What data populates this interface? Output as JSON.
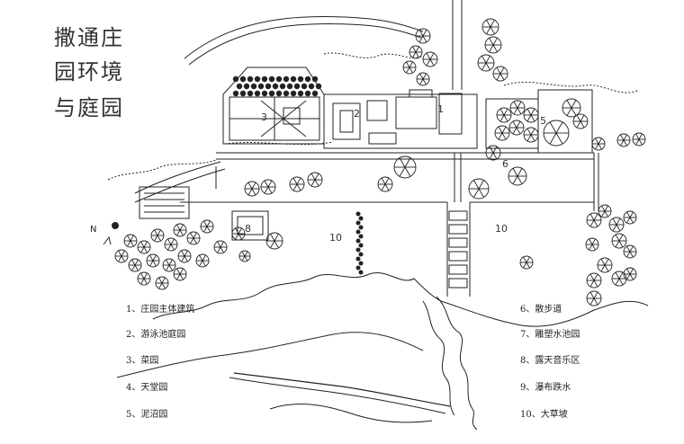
{
  "title": {
    "line1": "撒通庄",
    "line2": "园环境",
    "line3": "与庭园"
  },
  "north_label": "N",
  "plan_numbers": {
    "n1": "1",
    "n2": "2",
    "n3": "3",
    "n5": "5",
    "n6": "6",
    "n8": "8",
    "n10a": "10",
    "n10b": "10"
  },
  "legend": {
    "items": [
      "1、庄园主体建筑",
      "2、游泳池庭园",
      "3、菜园",
      "4、天堂园",
      "5、泥沼园",
      "6、散步道",
      "7、雕塑水池园",
      "8、露天音乐区",
      "9、瀑布跌水",
      "10、大草坡"
    ]
  }
}
